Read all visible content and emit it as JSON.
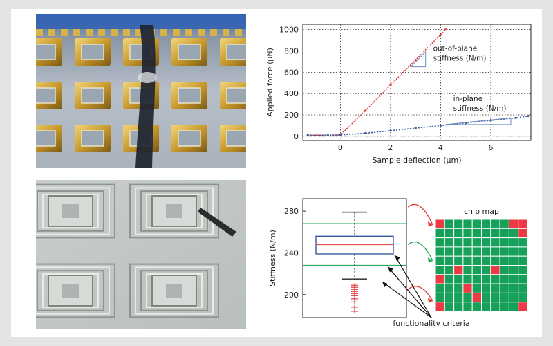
{
  "figure": {
    "photos": [
      {
        "id": "photo-top",
        "subject": "cantilever-array-with-probe"
      },
      {
        "id": "photo-bottom",
        "subject": "spring-structures-with-probe-tip"
      }
    ],
    "colors": {
      "background": "#e4e4e4",
      "panel": "#ffffff",
      "out_of_plane": "#e23a3a",
      "in_plane": "#3a5a9c",
      "criteria": "#2aa85a",
      "chip_good": "#16a05a",
      "chip_bad": "#ec3a44",
      "box": "#3a5a9c",
      "median": "#e05050"
    }
  },
  "chart_data": [
    {
      "type": "line",
      "xlabel": "Sample deflection (µm)",
      "ylabel": "Applied force (µN)",
      "xlim": [
        -1.5,
        7.6
      ],
      "ylim": [
        -40,
        1050
      ],
      "xticks": [
        0,
        2,
        4,
        6
      ],
      "yticks": [
        0,
        200,
        400,
        600,
        800,
        1000
      ],
      "grid": true,
      "series": [
        {
          "name": "out-of-plane",
          "x": [
            -1.3,
            -0.5,
            0,
            1,
            2,
            3,
            4,
            4.2
          ],
          "y": [
            10,
            10,
            12,
            240,
            480,
            715,
            955,
            1000
          ]
        },
        {
          "name": "in-plane",
          "x": [
            -1.3,
            -0.5,
            0,
            1,
            2,
            3,
            4,
            5,
            6,
            7,
            7.5
          ],
          "y": [
            10,
            10,
            12,
            28,
            52,
            76,
            100,
            124,
            148,
            172,
            190
          ]
        }
      ],
      "annotations": [
        {
          "id": "ann-oop",
          "lines": [
            "out-of-plane",
            "stiffness (N/m)"
          ],
          "anchor": [
            3.4,
            740
          ]
        },
        {
          "id": "ann-ip",
          "lines": [
            "in-plane",
            "stiffness (N/m)"
          ],
          "anchor": [
            6.6,
            175
          ]
        }
      ]
    },
    {
      "type": "box",
      "ylabel": "Stiffness (N/m)",
      "ylim": [
        178,
        292
      ],
      "yticks": [
        200,
        240,
        280
      ],
      "box": {
        "q1": 239,
        "median": 248,
        "q3": 256,
        "whisker_low": 215,
        "whisker_high": 279
      },
      "outliers": [
        209,
        207,
        205,
        203,
        201,
        199,
        196,
        193,
        188,
        184
      ],
      "criteria": [
        268,
        228
      ],
      "criteria_label": "functionality criteria",
      "chip_map": {
        "title": "chip map",
        "rows": 10,
        "cols": 10,
        "fail_cells": [
          [
            0,
            0
          ],
          [
            0,
            8
          ],
          [
            0,
            9
          ],
          [
            1,
            9
          ],
          [
            5,
            2
          ],
          [
            5,
            6
          ],
          [
            6,
            0
          ],
          [
            7,
            3
          ],
          [
            8,
            4
          ],
          [
            9,
            0
          ],
          [
            9,
            9
          ]
        ]
      }
    }
  ]
}
